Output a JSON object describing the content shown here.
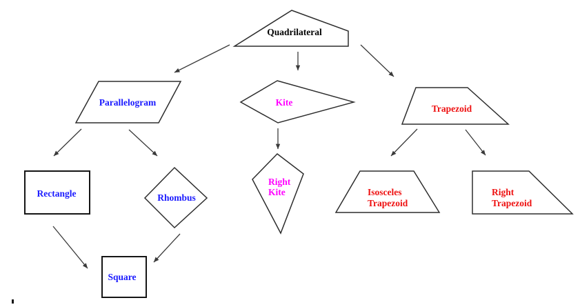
{
  "diagram": {
    "background": "#ffffff",
    "outline_color": "#2d2d2d",
    "arrow_color": "#3a3a3a"
  },
  "colors": {
    "black": "#000000",
    "blue": "#1a1aff",
    "magenta": "#ff00ff",
    "red": "#ee1111"
  },
  "nodes": [
    {
      "id": "quadrilateral",
      "label": "Quadrilateral",
      "color": "#000000",
      "shape": "irregular-quadrilateral"
    },
    {
      "id": "parallelogram",
      "label": "Parallelogram",
      "color": "#1a1aff",
      "shape": "parallelogram"
    },
    {
      "id": "kite",
      "label": "Kite",
      "color": "#ff00ff",
      "shape": "kite-horizontal"
    },
    {
      "id": "trapezoid",
      "label": "Trapezoid",
      "color": "#ee1111",
      "shape": "trapezoid"
    },
    {
      "id": "rectangle",
      "label": "Rectangle",
      "color": "#1a1aff",
      "shape": "rectangle"
    },
    {
      "id": "rhombus",
      "label": "Rhombus",
      "color": "#1a1aff",
      "shape": "rhombus"
    },
    {
      "id": "right-kite",
      "label": "Right Kite",
      "lines": [
        "Right",
        "Kite"
      ],
      "color": "#ff00ff",
      "shape": "kite-vertical"
    },
    {
      "id": "isosceles-trapezoid",
      "label": "Isosceles Trapezoid",
      "lines": [
        "Isosceles",
        "Trapezoid"
      ],
      "color": "#ee1111",
      "shape": "isosceles-trapezoid"
    },
    {
      "id": "right-trapezoid",
      "label": "Right Trapezoid",
      "lines": [
        "Right",
        "Trapezoid"
      ],
      "color": "#ee1111",
      "shape": "right-trapezoid"
    },
    {
      "id": "square",
      "label": "Square",
      "color": "#1a1aff",
      "shape": "square"
    }
  ],
  "edges": [
    {
      "from": "Quadrilateral",
      "to": "Parallelogram"
    },
    {
      "from": "Quadrilateral",
      "to": "Kite"
    },
    {
      "from": "Quadrilateral",
      "to": "Trapezoid"
    },
    {
      "from": "Parallelogram",
      "to": "Rectangle"
    },
    {
      "from": "Parallelogram",
      "to": "Rhombus"
    },
    {
      "from": "Kite",
      "to": "Right Kite"
    },
    {
      "from": "Trapezoid",
      "to": "Isosceles Trapezoid"
    },
    {
      "from": "Trapezoid",
      "to": "Right Trapezoid"
    },
    {
      "from": "Rectangle",
      "to": "Square"
    },
    {
      "from": "Rhombus",
      "to": "Square"
    }
  ]
}
